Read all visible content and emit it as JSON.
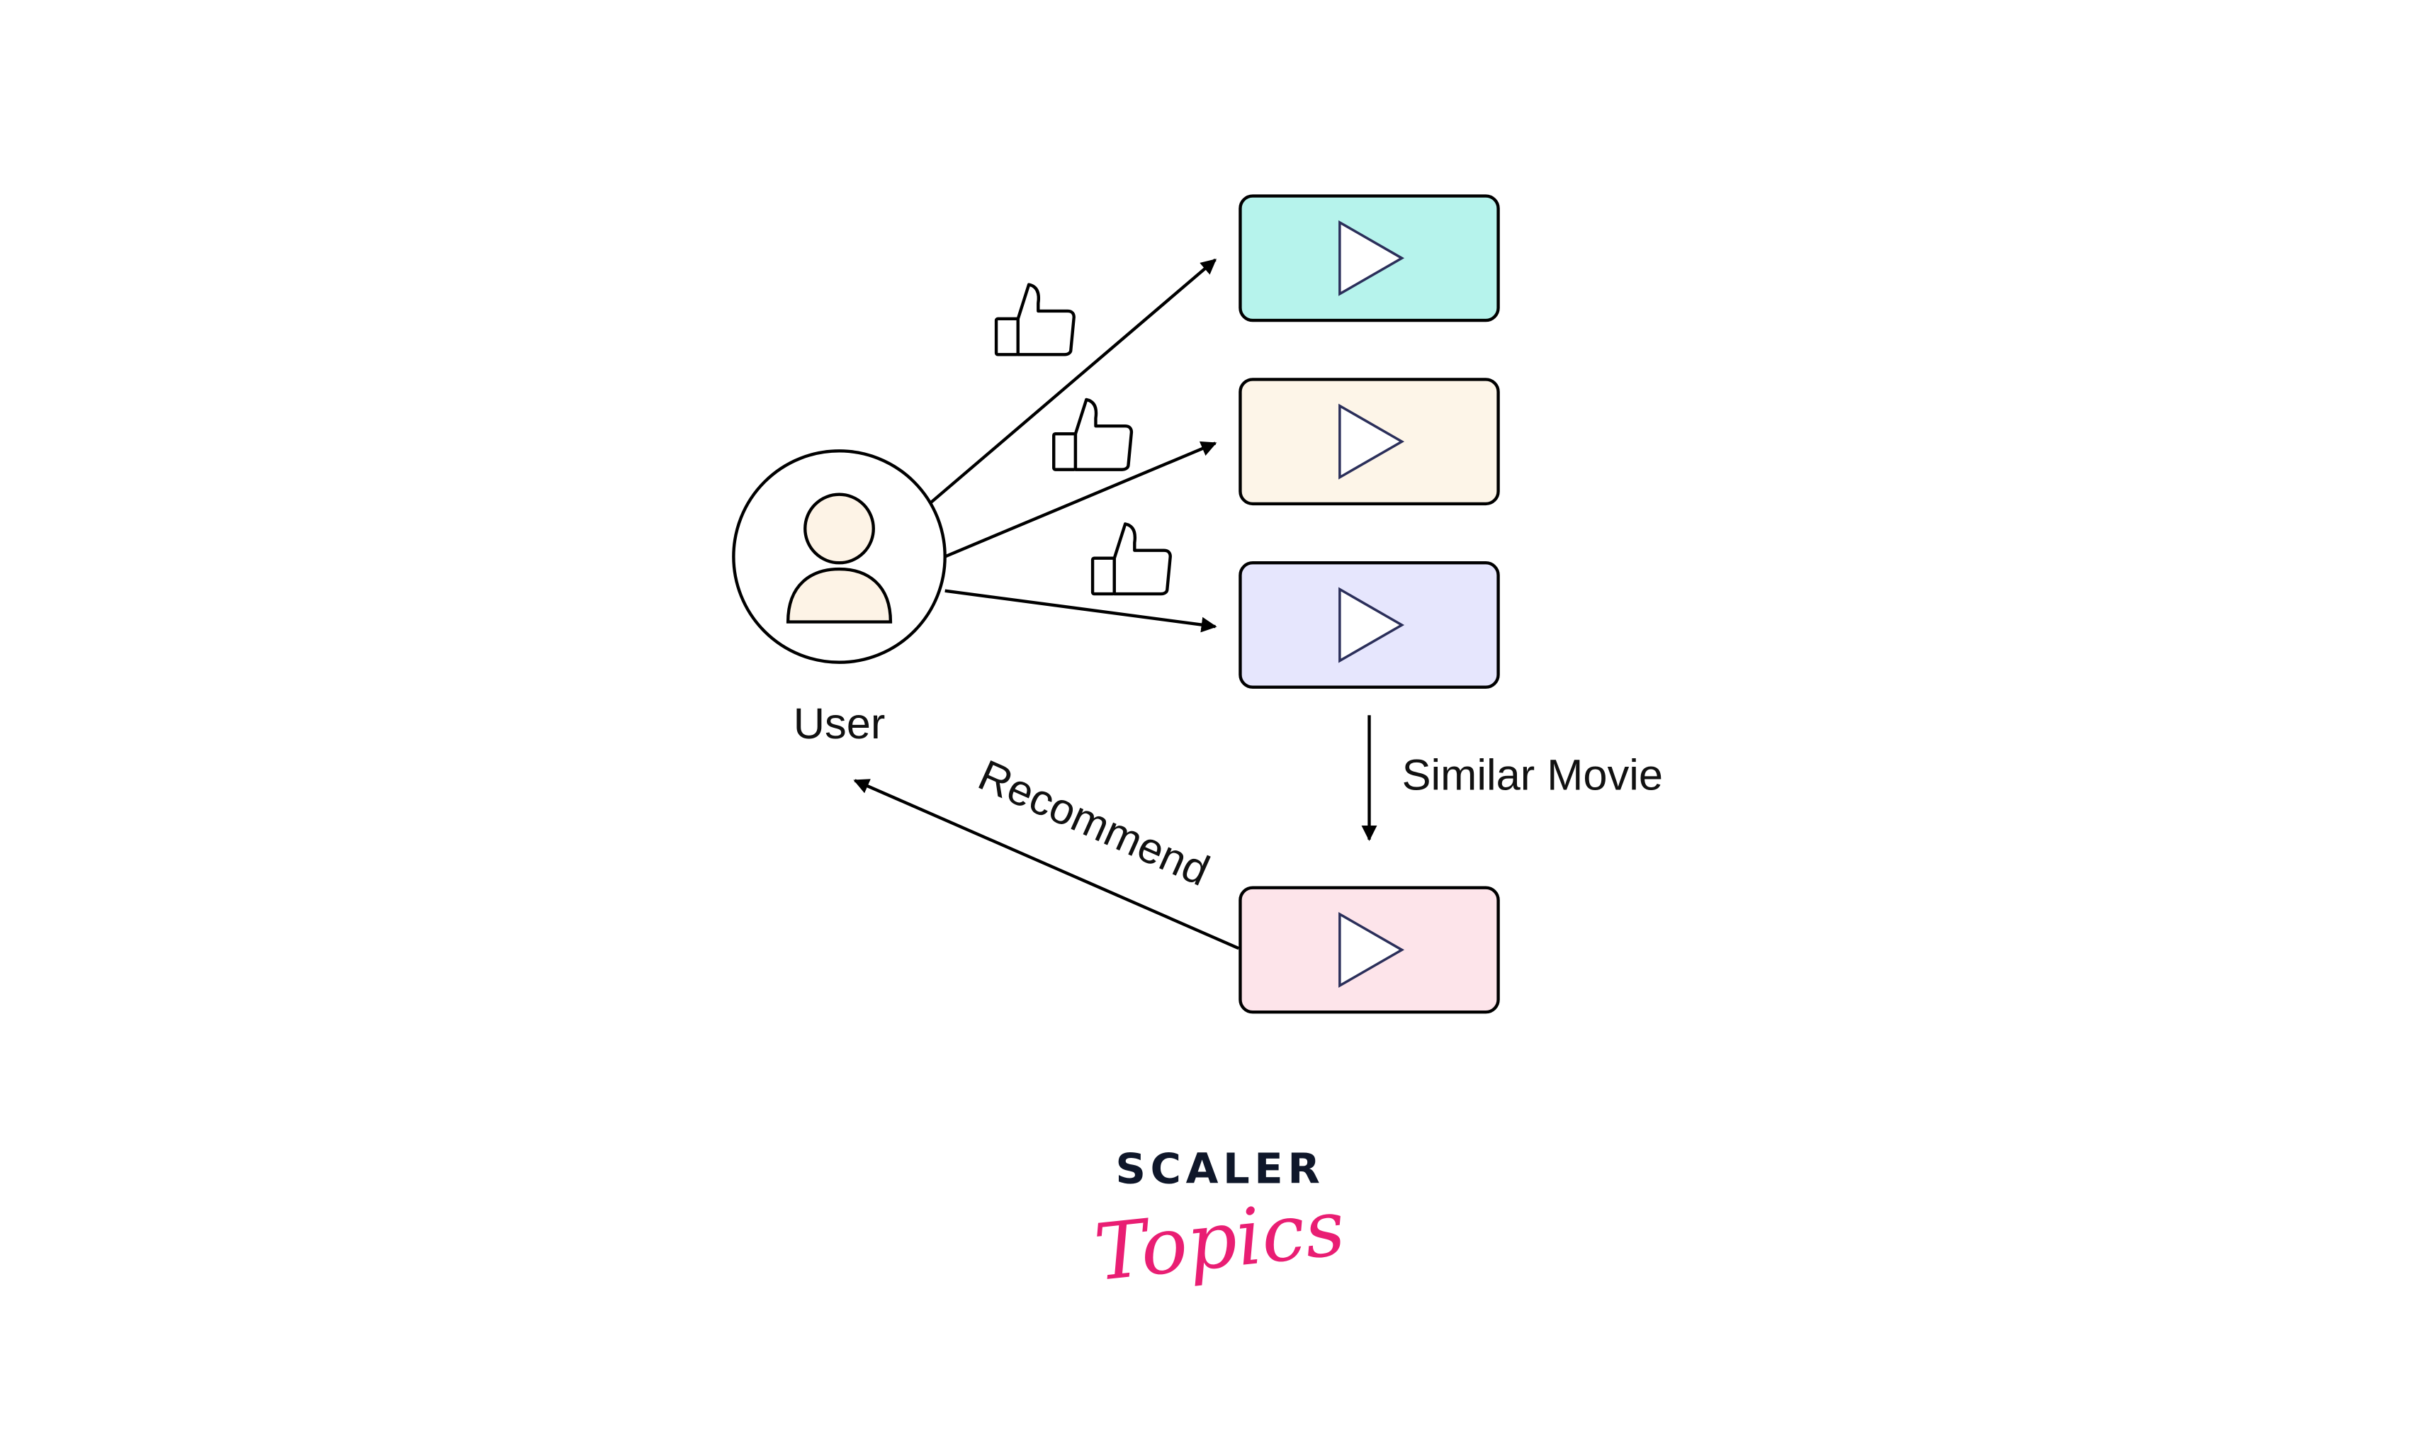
{
  "user": {
    "label": "User",
    "head_color": "#fdf3e6"
  },
  "movies": [
    {
      "name": "liked-movie-1",
      "color": "#b6f3ec"
    },
    {
      "name": "liked-movie-2",
      "color": "#fdf5e8"
    },
    {
      "name": "liked-movie-3",
      "color": "#e6e6fd"
    },
    {
      "name": "recommended-movie",
      "color": "#fde4ea"
    }
  ],
  "edges": {
    "similar_label": "Similar Movie",
    "recommend_label": "Recommend"
  },
  "logo": {
    "line1": "SCALER",
    "line2": "Topics",
    "line1_color": "#0f172a",
    "line2_color": "#e91e73"
  }
}
